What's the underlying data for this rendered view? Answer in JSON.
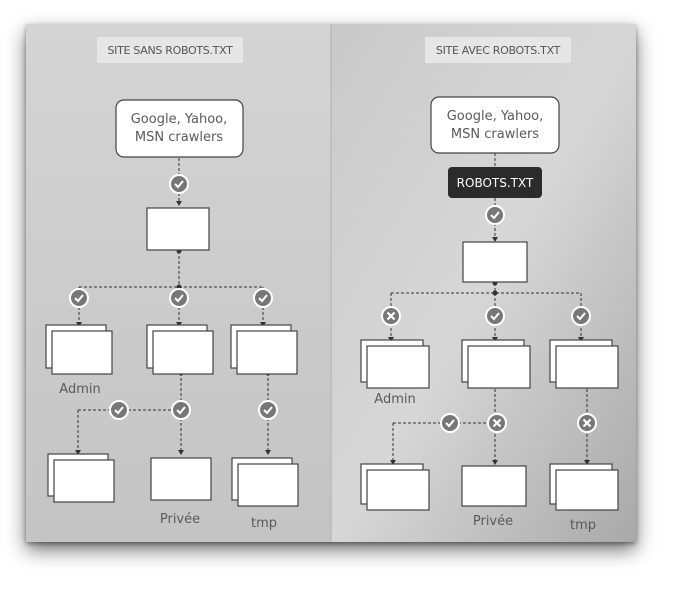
{
  "left": {
    "header": "SITE SANS ROBOTS.TXT",
    "crawler": [
      "Google, Yahoo,",
      "MSN crawlers"
    ],
    "labels": {
      "admin": "Admin",
      "privee": "Privée",
      "tmp": "tmp"
    }
  },
  "right": {
    "header": "SITE AVEC ROBOTS.TXT",
    "crawler": [
      "Google, Yahoo,",
      "MSN crawlers"
    ],
    "robots": "ROBOTS.TXT",
    "labels": {
      "admin": "Admin",
      "privee": "Privée",
      "tmp": "tmp"
    }
  },
  "colors": {
    "left_panel": "#d9d9d9",
    "right_panel": "#bdbdbd",
    "robots_box": "#2b2b2b",
    "allowed_badge": "check",
    "blocked_badge": "cross"
  }
}
